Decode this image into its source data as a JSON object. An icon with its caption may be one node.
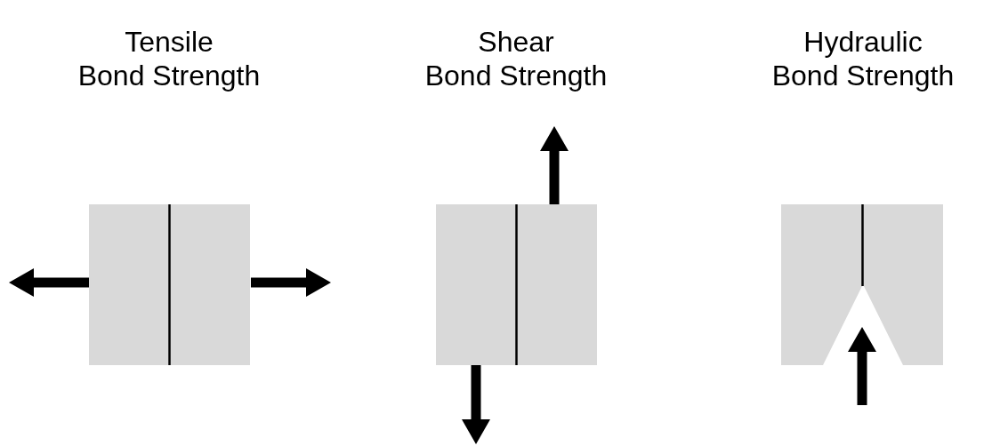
{
  "diagram": {
    "labels": [
      "Tensile Bond Strength",
      "Shear Bond Strength",
      "Hydraulic Bond Strength"
    ]
  }
}
